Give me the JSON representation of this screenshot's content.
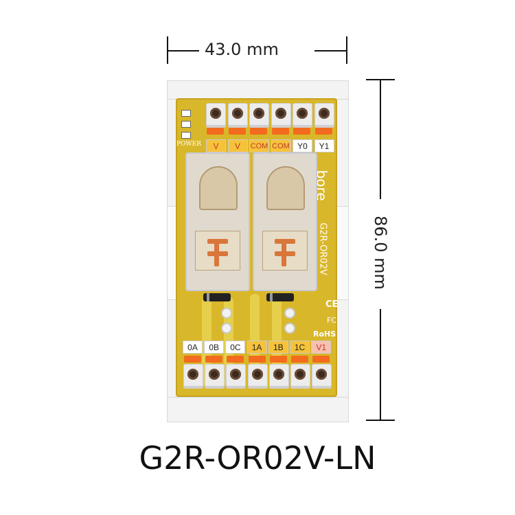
{
  "dimensions": {
    "width_label": "43.0 mm",
    "height_label": "86.0 mm"
  },
  "product": {
    "model": "G2R-OR02V-LN"
  },
  "board_markings": {
    "brand": "bore",
    "board_model": "G2R-OR02V",
    "power_label": "POWER",
    "ce_mark": "CE",
    "fc_mark": "FC",
    "rohs_mark": "RoHS"
  },
  "top_terminals": [
    {
      "label": "V",
      "color": "#f6c23a"
    },
    {
      "label": "V",
      "color": "#f6c23a"
    },
    {
      "label": "COM",
      "color": "#f6c23a"
    },
    {
      "label": "COM",
      "color": "#f6c23a"
    },
    {
      "label": "Y0",
      "color": "#ffffff"
    },
    {
      "label": "Y1",
      "color": "#ffffff"
    }
  ],
  "bottom_terminals": [
    {
      "label": "0A",
      "color": "#ffffff"
    },
    {
      "label": "0B",
      "color": "#ffffff"
    },
    {
      "label": "0C",
      "color": "#ffffff"
    },
    {
      "label": "1A",
      "color": "#f6c23a"
    },
    {
      "label": "1B",
      "color": "#f6c23a"
    },
    {
      "label": "1C",
      "color": "#f6c23a"
    },
    {
      "label": "V1",
      "color": "#f8c0b0"
    }
  ],
  "colors": {
    "pcb": "#d9b72a",
    "lever": "#f36b1e",
    "rail": "#f3f3f3"
  }
}
